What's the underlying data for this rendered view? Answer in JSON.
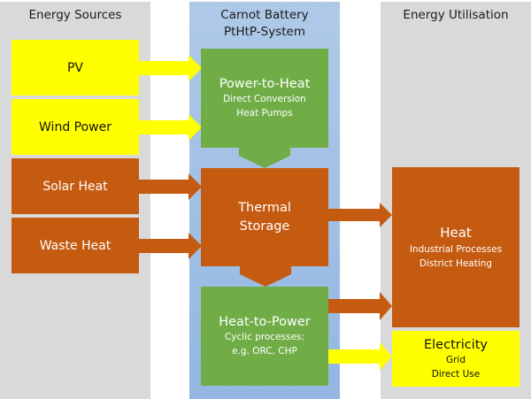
{
  "columns": {
    "sources": {
      "title": "Energy Sources"
    },
    "system": {
      "title_line1": "Carnot Battery",
      "title_line2": "PtHtP-System"
    },
    "utilisation": {
      "title": "Energy Utilisation"
    }
  },
  "sources": [
    {
      "label": "PV",
      "type": "electric"
    },
    {
      "label": "Wind Power",
      "type": "electric"
    },
    {
      "label": "Solar Heat",
      "type": "thermal"
    },
    {
      "label": "Waste Heat",
      "type": "thermal"
    }
  ],
  "system": {
    "power_to_heat": {
      "title": "Power-to-Heat",
      "lines": [
        "Direct Conversion",
        "Heat Pumps"
      ]
    },
    "thermal_storage": {
      "title_line1": "Thermal",
      "title_line2": "Storage"
    },
    "heat_to_power": {
      "title": "Heat-to-Power",
      "lines": [
        "Cyclic processes:",
        "e.g. ORC, CHP"
      ]
    }
  },
  "utilisation": {
    "heat": {
      "title": "Heat",
      "lines": [
        "Industrial Processes",
        "District Heating"
      ]
    },
    "electricity": {
      "title": "Electricity",
      "lines": [
        "Grid",
        "Direct Use"
      ]
    }
  },
  "colors": {
    "electric": "#ffff00",
    "thermal": "#c55a11",
    "conversion": "#70ad47",
    "panel_grey": "#d9d9d9",
    "panel_blue": "#a4c2e6"
  }
}
